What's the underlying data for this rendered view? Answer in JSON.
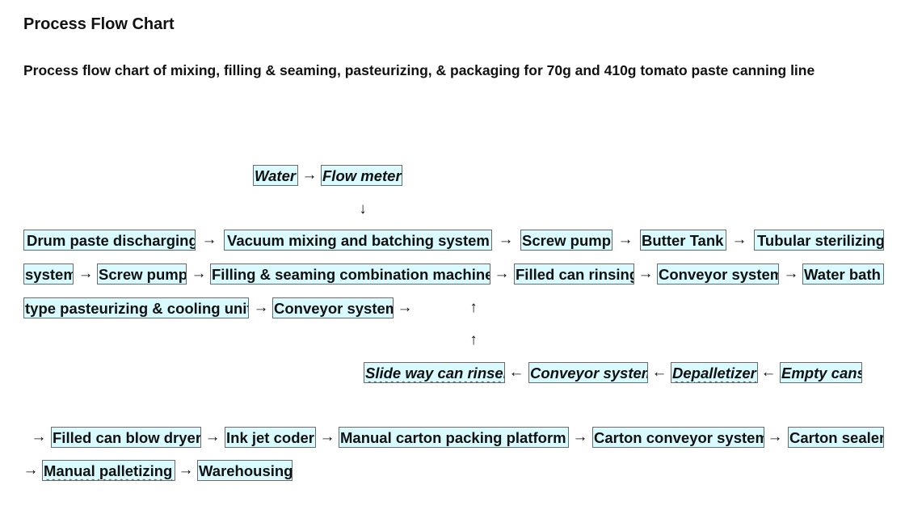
{
  "title": "Process Flow Chart",
  "subtitle": "Process flow chart of mixing, filling & seaming, pasteurizing, & packaging for 70g and 410g tomato paste canning line",
  "arrows": {
    "right": "→",
    "left": "←",
    "down": "↓",
    "up": "↑"
  },
  "nodes": {
    "water": "Water",
    "flow_meter": "Flow meter",
    "drum_paste": "Drum paste discharging",
    "vacuum_mixing": "Vacuum mixing and batching system",
    "screw_pump_1": "Screw pump",
    "butter_tank": "Butter Tank",
    "tubular_sterilizing": "Tubular sterilizing",
    "system_cont": "system",
    "screw_pump_2": "Screw pump",
    "filling_seaming": "Filling & seaming combination machine",
    "filled_can_rinsing": "Filled can rinsing",
    "conveyor_1": "Conveyor system",
    "water_bath": "Water bath",
    "pasteurizing_cooling": "type pasteurizing & cooling unit",
    "conveyor_2": "Conveyor system",
    "slide_way_rinser": "Slide way can rinser",
    "conveyor_3": "Conveyor system",
    "depalletizer": "Depalletizer",
    "empty_cans": "Empty cans",
    "blow_dryer": "Filled can blow dryer",
    "ink_jet_coder": "Ink jet coder",
    "manual_carton_packing": "Manual carton packing platform",
    "carton_conveyor": "Carton conveyor system",
    "carton_sealer": "Carton sealer",
    "manual_palletizing": "Manual palletizing",
    "warehousing": "Warehousing"
  }
}
